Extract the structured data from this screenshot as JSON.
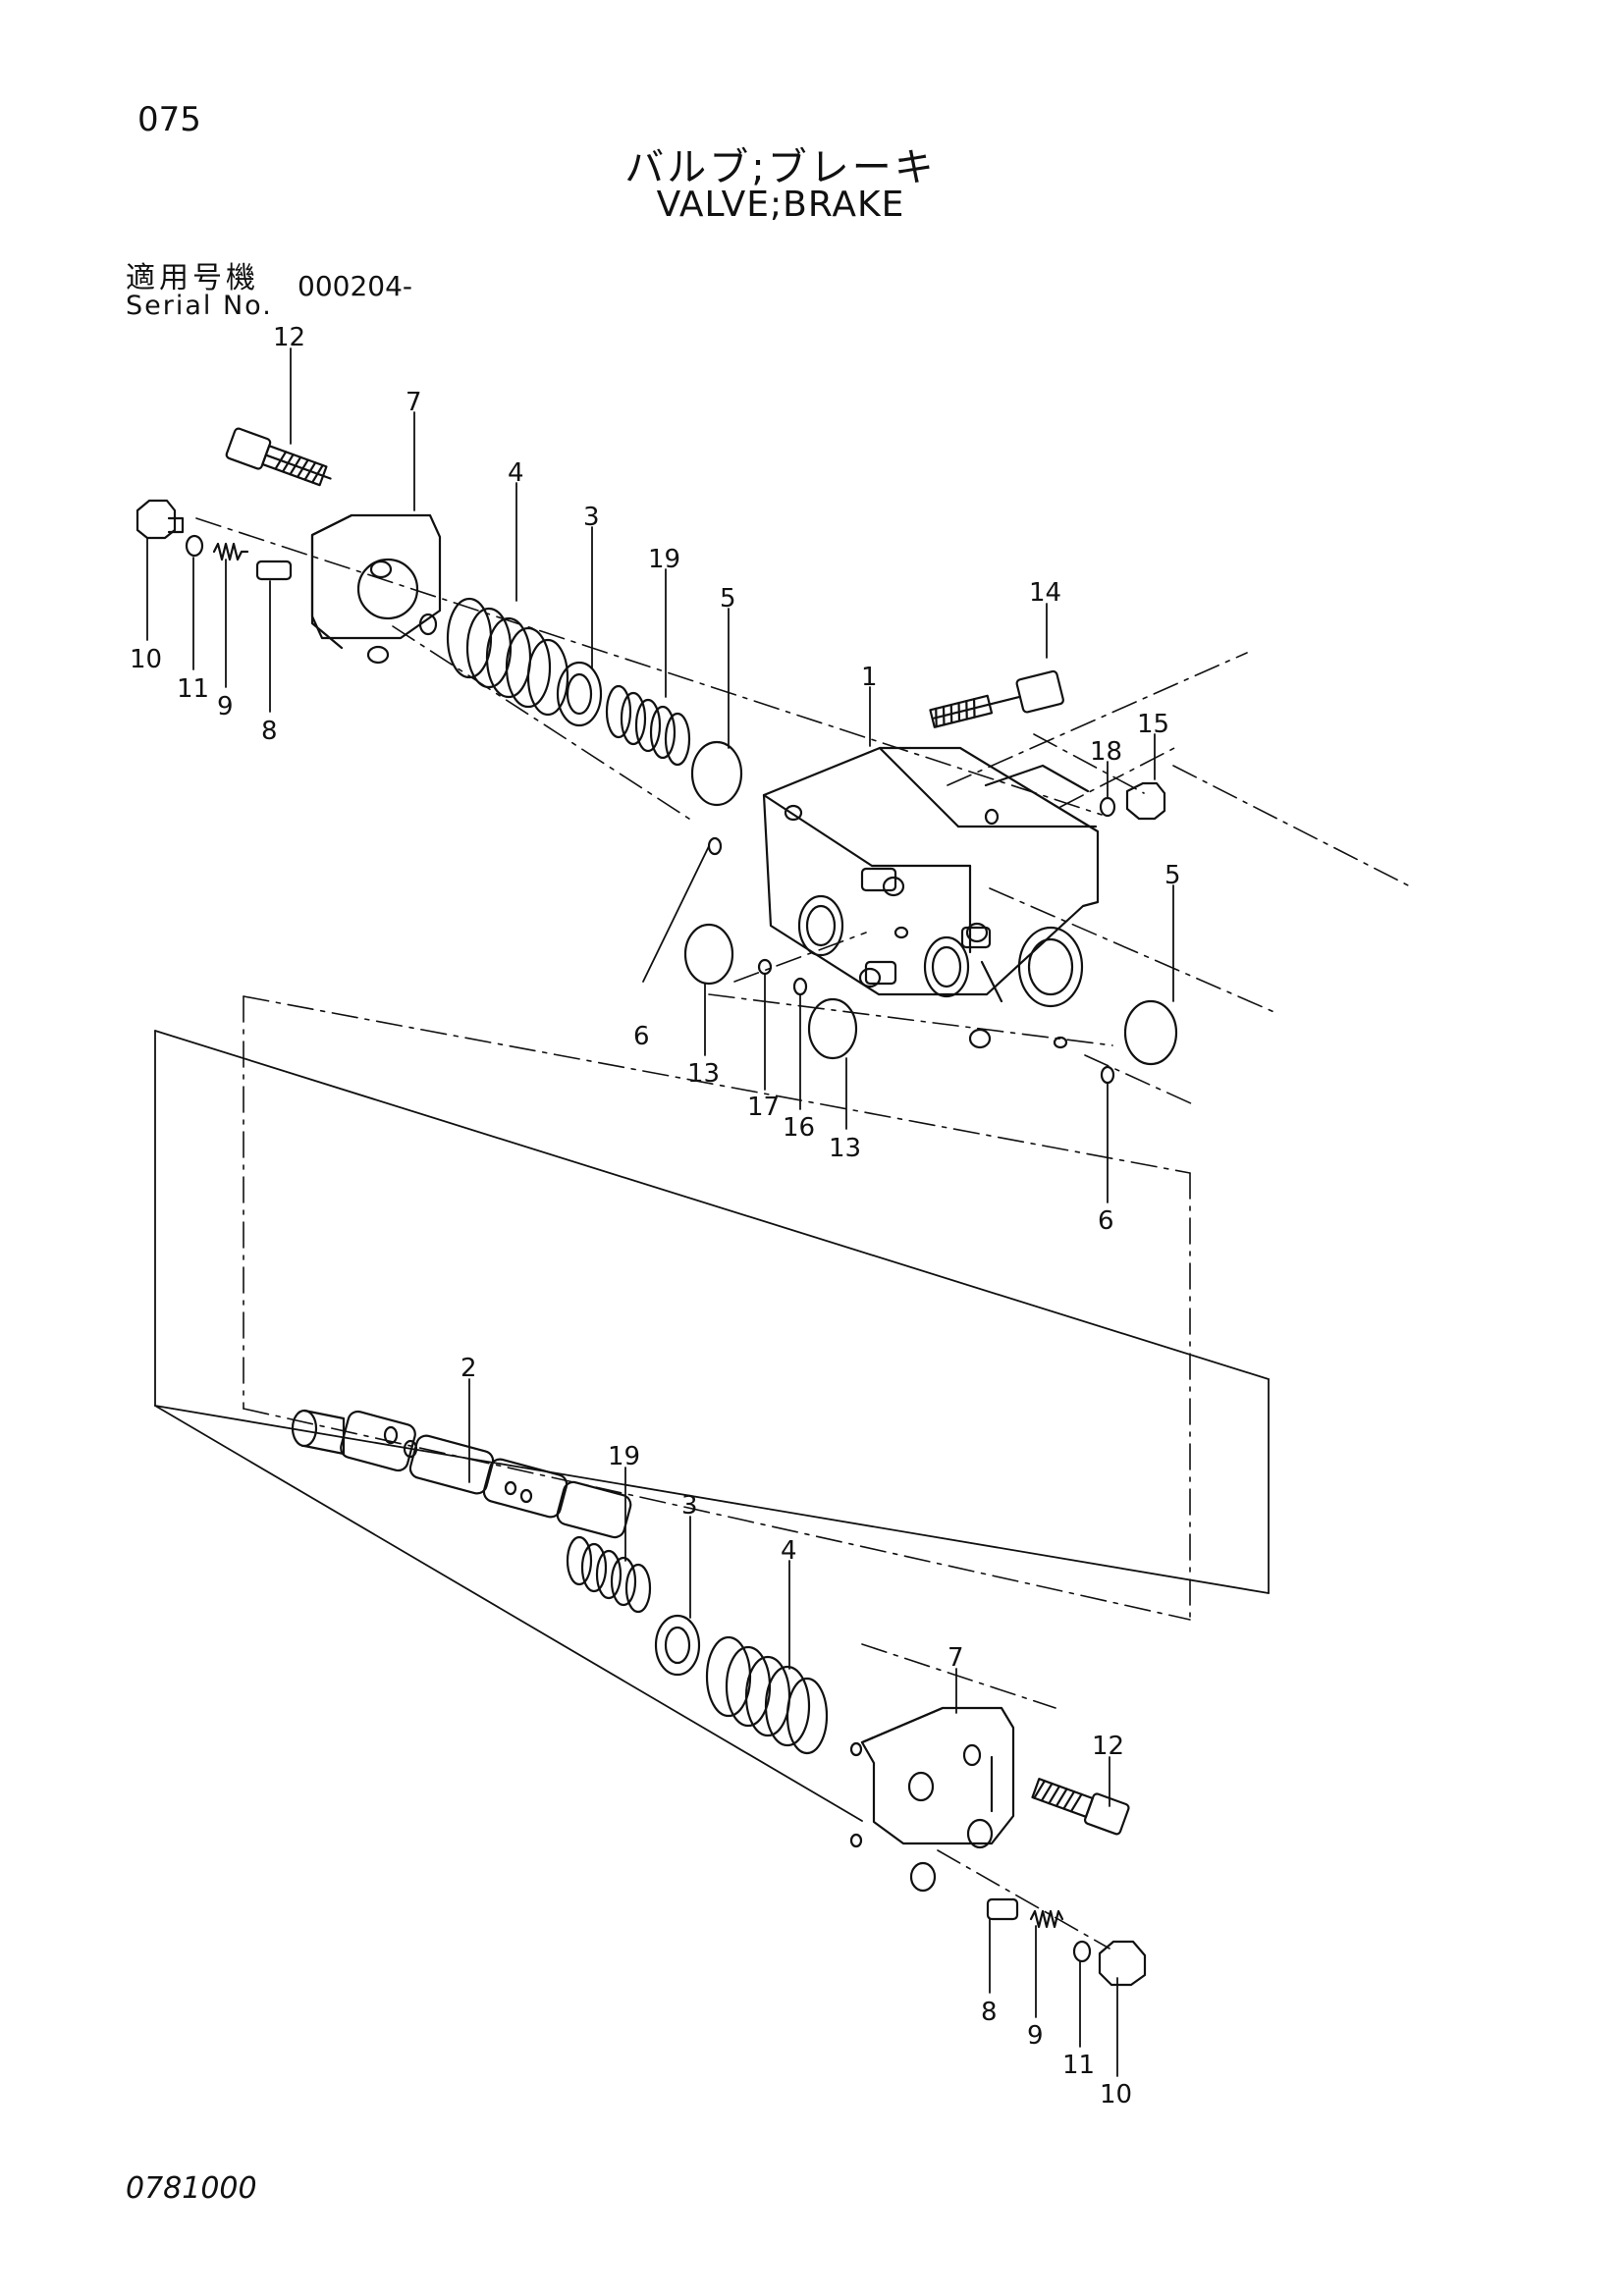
{
  "header": {
    "page_number": "075",
    "title_jp": "バルブ;ブレーキ",
    "title_en": "VALVE;BRAKE"
  },
  "serial": {
    "label_jp": "適用号機",
    "label_en": "Serial No.",
    "value": "000204-"
  },
  "footer": {
    "code": "0781000"
  },
  "callouts": {
    "c12a": "12",
    "c7a": "7",
    "c4a": "4",
    "c3a": "3",
    "c19a": "19",
    "c5a": "5",
    "c10a": "10",
    "c11a": "11",
    "c9a": "9",
    "c8a": "8",
    "c1": "1",
    "c14": "14",
    "c18": "18",
    "c15": "15",
    "c5b": "5",
    "c6a": "6",
    "c13a": "13",
    "c17": "17",
    "c16": "16",
    "c13b": "13",
    "c6b": "6",
    "c2": "2",
    "c19b": "19",
    "c3b": "3",
    "c4b": "4",
    "c7b": "7",
    "c12b": "12",
    "c8b": "8",
    "c9b": "9",
    "c11b": "11",
    "c10b": "10"
  }
}
